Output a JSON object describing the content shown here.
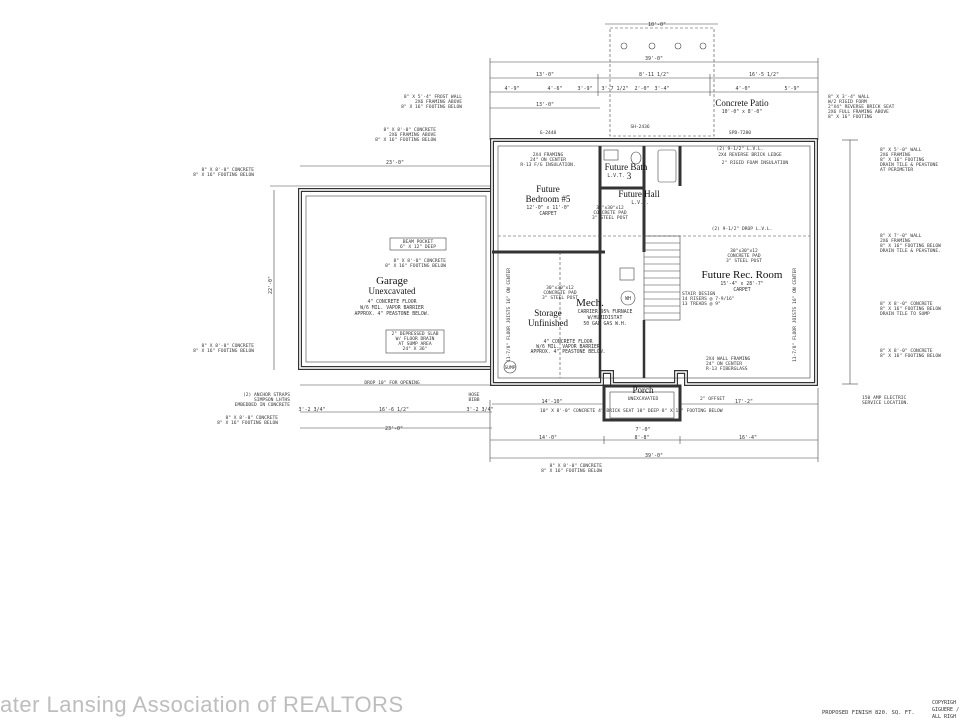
{
  "rooms": {
    "garage": {
      "name": "Garage",
      "sub": "Unexcavated",
      "note1": "4\" CONCRETE FLOOR",
      "note2": "W/6 MIL. VAPOR BARRIER",
      "note3": "APPROX. 4\" PEASTONE BELOW."
    },
    "bedroom5": {
      "name1": "Future",
      "name2": "Bedroom #5",
      "size": "12'-0\" x 11'-0\"",
      "finish": "CARPET"
    },
    "bath": {
      "name": "Future Bath",
      "finish": "L.V.T.",
      "number": "3"
    },
    "hall": {
      "name": "Future Hall",
      "finish": "L.V.T."
    },
    "rec": {
      "name": "Future Rec. Room",
      "size": "15'-4\" x 28'-7\"",
      "finish": "CARPET"
    },
    "mech": {
      "name": "Mech.",
      "note1": "CARRIER 95% FURNACE",
      "note2": "W/HUMIDISTAT",
      "note3": "50 GAL GAS W.H."
    },
    "storage": {
      "name1": "Storage",
      "name2": "Unfinished",
      "note1": "4\" CONCRETE FLOOR",
      "note2": "W/6 MIL. VAPOR BARRIER",
      "note3": "APPROX. 4\" PEASTONE BELOW."
    },
    "patio": {
      "name": "Concrete Patio",
      "size": "10'-0\" x 8'-0\""
    },
    "porch": {
      "name": "Porch",
      "sub": "UNEXCAVATED",
      "dim": "7'-0\""
    }
  },
  "dimensions": {
    "top_total": "39'-0\"",
    "top_left": "13'-0\"",
    "top_mid": "8'-11 1/2\"",
    "top_right": "16'-5 1/2\"",
    "patio_top": "10'-0\"",
    "row2": [
      "4'-9\"",
      "4'-6\"",
      "3'-9\"",
      "3'-7 1/2\"",
      "2'-0\"",
      "3'-4\"",
      "4'-0\"",
      "5'-9\""
    ],
    "garage_top": "23'-0\"",
    "garage_left": "22'-0\"",
    "bottom_total": "39'-0\"",
    "bottom_left": "14'-0\"",
    "bottom_mid": "8'-8\"",
    "bottom_right": "16'-4\"",
    "garage_bottom": "23'-0\"",
    "garage_bottom2": "16'-6 1/2\"",
    "garage_small": "3'-2 3/4\"",
    "mid_bottom": "14'-10\"",
    "porch_width": "17'-2\""
  },
  "notes": {
    "frost_wall": [
      "8\" X 5'-4\" FROST WALL",
      "2X6 FRAMING ABOVE",
      "8\" X 16\" FOOTING BELOW"
    ],
    "concrete_wall": [
      "8\" X 8'-0\" CONCRETE",
      "2X6 FRAMING ABOVE",
      "8\" X 16\" FOOTING BELOW"
    ],
    "garage_wall": [
      "8\" X 8'-0\" CONCRETE",
      "8\" X 16\" FOOTING BELOW"
    ],
    "beam_pocket": [
      "BEAM POCKET",
      "6\" X 12\" DEEP"
    ],
    "depressed_slab": [
      "2\" DEPRESSED SLAB",
      "W/ FLOOR DRAIN",
      "AT SUMP AREA",
      "24\" X 36\""
    ],
    "anchor": [
      "(2) ANCHOR STRAPS",
      "SIMPSON LHTHS",
      "EMBEDDED IN CONCRETE"
    ],
    "drop_opening": "DROP 10\" FOR OPENING",
    "hose_bibb": [
      "HOSE",
      "BIBB"
    ],
    "brick_ledge": "10\" X 8'-0\" CONCRETE  4\" BRICK SEAT 10\" DEEP  8\" X 16\" FOOTING BELOW",
    "offset": "2\" OFFSET",
    "right_wall_top": [
      "8\" X 3'-4\" WALL",
      "W/2 RIGID FORM",
      "2\"X4\" REVERSE BRICK SEAT",
      "2X6 FULL FRAMING ABOVE",
      "8\" X 16\" FOOTING"
    ],
    "right_wall_2": [
      "8\" X 5'-0\" WALL",
      "2X6 FRAMING",
      "8\" X 16\" FOOTING",
      "DRAIN TILE & PEASTONE",
      "AT PERIMETER"
    ],
    "right_wall_3": [
      "8\" X 7'-0\" WALL",
      "2X6 FRAMING",
      "8\" X 16\" FOOTING BELOW",
      "DRAIN TILE & PEASTONE."
    ],
    "right_wall_4": [
      "8\" X 8'-0\" CONCRETE",
      "8\" X 16\" FOOTING BELOW",
      "DRAIN TILE TO SUMP"
    ],
    "right_wall_5": [
      "8\" X 8'-0\" CONCRETE",
      "8\" X 16\" FOOTING BELOW"
    ],
    "electric": [
      "150 AMP ELECTRIC",
      "SERVICE LOCATION."
    ],
    "stair": [
      "STAIR DESIGN",
      "14 RISERS @ 7-9/16\"",
      "13 TREADS @ 9\""
    ],
    "wall_framing": [
      "2X4 WALL FRAMING",
      "24\" ON CENTER",
      "R-13 FIBERGLASS"
    ],
    "lvl_top": "(2) 9-1/2\" L.V.L.",
    "rev_brick": "2X4 REVERSE BRICK LEDGE",
    "rigid_foam": "2\" RIGID FOAM INSULATION",
    "framing_top": [
      "2X4 FRAMING",
      "24\" ON CENTER",
      "R-13 F/G INSULATION."
    ],
    "conc_pad1": [
      "30\"x30\"x12",
      "CONCRETE PAD",
      "3\" STEEL POST"
    ],
    "conc_pad2": [
      "30\"x30\"x12",
      "CONCRETE PAD",
      "3\" STEEL POST"
    ],
    "conc_pad3": [
      "30\"x30\"x12",
      "CONCRETE PAD",
      "3\" STEEL POST"
    ],
    "drop_lvl": "(2) 9-1/2\" DROP L.V.L.",
    "floor_joists_l": "11-7/8\" FLOOR JOISTS 16\" ON CENTER",
    "floor_joists_r": "11-7/8\" FLOOR JOISTS 16\" ON CENTER",
    "window1": "G-2448",
    "window2": "SH-2436",
    "door": "SPD-7280",
    "sump": "SUMP"
  },
  "footer": {
    "association": "ater Lansing Association of REALTORS",
    "finish": "PROPOSED FINISH 820. SQ. FT.",
    "copyright": [
      "COPYRIGH",
      "GIGUERE /",
      "ALL RIGH"
    ]
  }
}
